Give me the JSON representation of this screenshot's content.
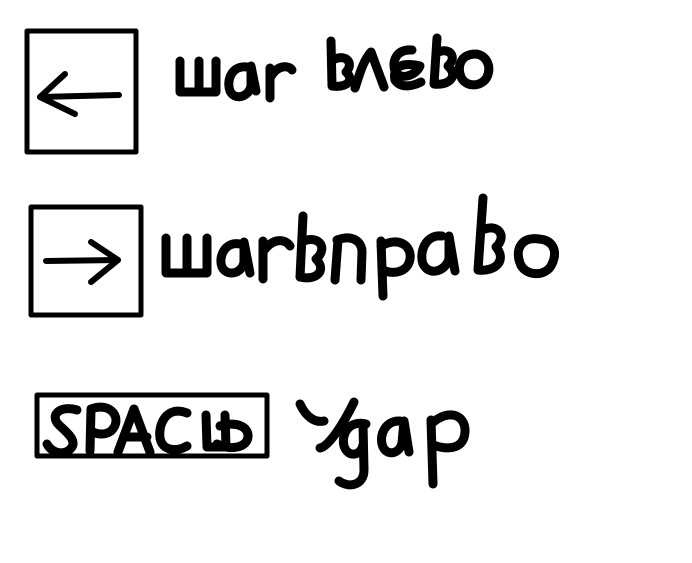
{
  "controls": [
    {
      "key_icon": "left-arrow-icon",
      "action_text": "шаг влево"
    },
    {
      "key_icon": "right-arrow-icon",
      "action_text": "шаг вправо"
    },
    {
      "key_text": "SPACE",
      "action_text": "удар"
    }
  ],
  "colors": {
    "background": "#ffffff",
    "ink": "#000000"
  }
}
